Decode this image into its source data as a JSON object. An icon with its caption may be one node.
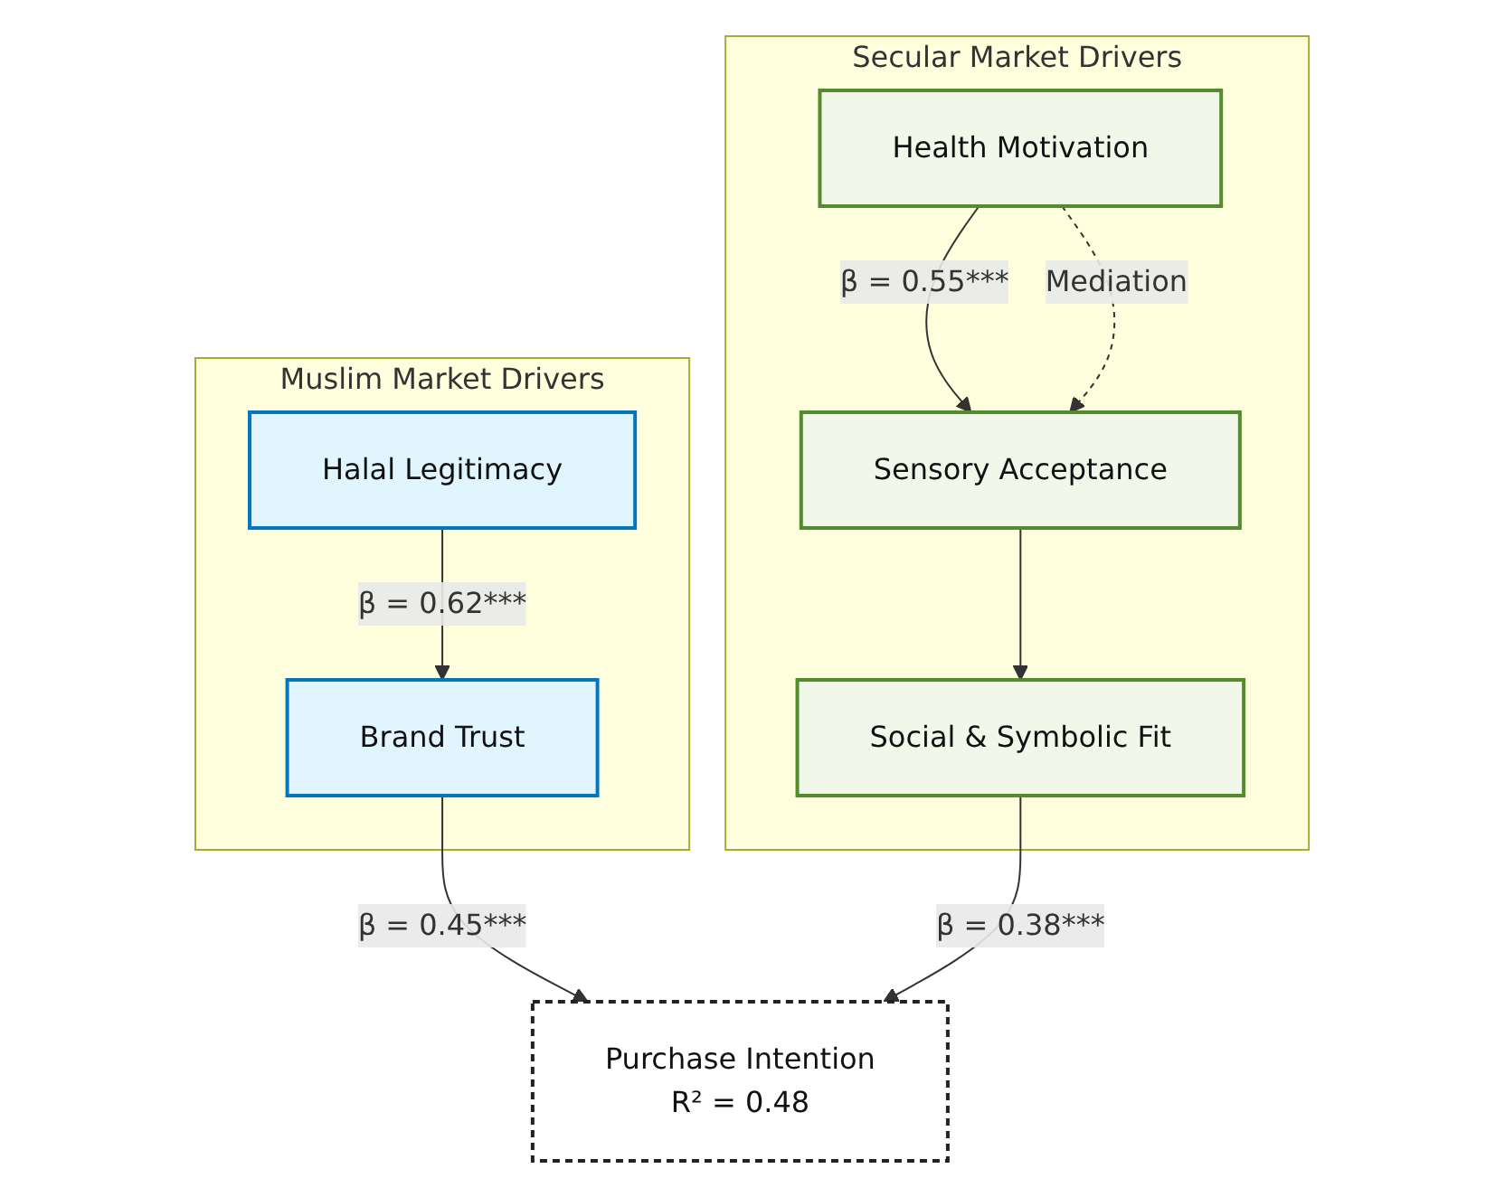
{
  "diagram": {
    "nodes": [
      {
        "text": [
          "Muslim Market Drivers"
        ]
      },
      {
        "text": [
          "Halal Legitimacy"
        ],
        "in": 0
      },
      {
        "text": [
          "Brand Trust"
        ],
        "in": 0
      },
      {
        "text": [
          "Secular Market Drivers"
        ]
      },
      {
        "text": [
          "Health Motivation"
        ],
        "in": 3
      },
      {
        "text": [
          "Sensory Acceptance"
        ],
        "in": 3
      },
      {
        "text": [
          "Social & Symbolic Fit"
        ],
        "in": 3
      },
      {
        "text": [
          "Purchase Intention",
          "R² = 0.48"
        ]
      }
    ],
    "edges": [
      {
        "from": 1,
        "to": 2,
        "arrow": "to",
        "label": "β = 0.62***"
      },
      {
        "from": 4,
        "to": 5,
        "arrow": "to",
        "label": "β = 0.55***"
      },
      {
        "from": 4,
        "to": 5,
        "arrow": "to",
        "label": "Mediation",
        "style": "dashed"
      },
      {
        "from": 5,
        "to": 6,
        "arrow": "to"
      },
      {
        "from": 2,
        "to": 7,
        "arrow": "to",
        "label": "β = 0.45***"
      },
      {
        "from": 6,
        "to": 7,
        "arrow": "to",
        "label": "β = 0.38***"
      }
    ]
  }
}
